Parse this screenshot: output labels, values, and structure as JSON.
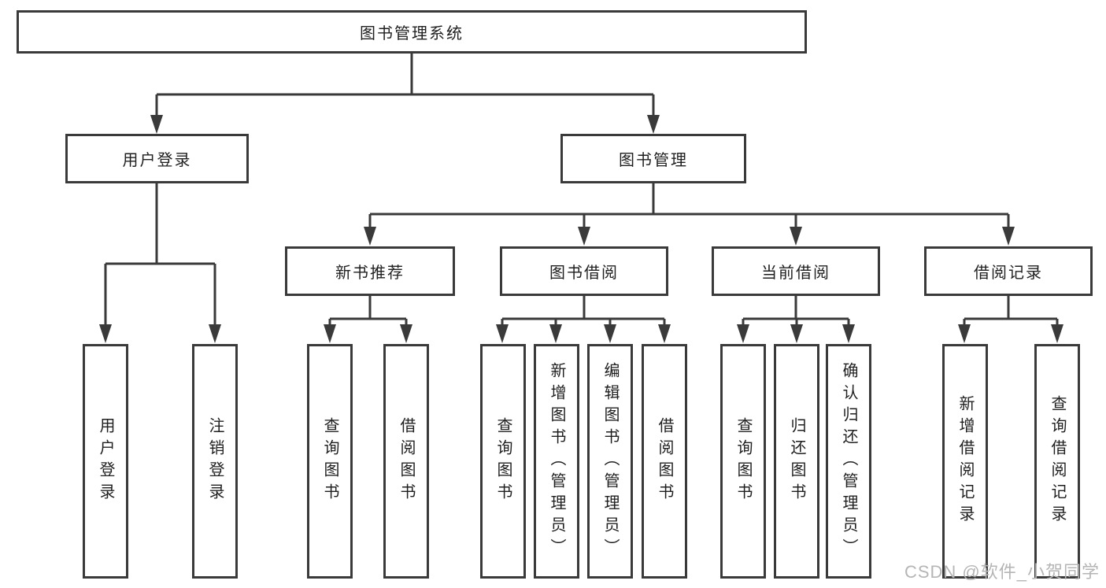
{
  "tree": {
    "root": {
      "label": "图书管理系统"
    },
    "branches": [
      {
        "label": "用户登录",
        "children": [
          "用户登录",
          "注销登录"
        ]
      },
      {
        "label": "图书管理",
        "groups": [
          {
            "label": "新书推荐",
            "children": [
              "查询图书",
              "借阅图书"
            ]
          },
          {
            "label": "图书借阅",
            "children": [
              "查询图书",
              "新增图书（管理员）",
              "编辑图书（管理员）",
              "借阅图书"
            ]
          },
          {
            "label": "当前借阅",
            "children": [
              "查询图书",
              "归还图书",
              "确认归还（管理员）"
            ]
          },
          {
            "label": "借阅记录",
            "children": [
              "新增借阅记录",
              "查询借阅记录"
            ]
          }
        ]
      }
    ]
  },
  "watermark": "CSDN @软件_小贺同学",
  "colors": {
    "line": "#3a3a3a",
    "text": "#1f1f1f",
    "watermark": "#b5b5b5",
    "background": "#ffffff"
  }
}
